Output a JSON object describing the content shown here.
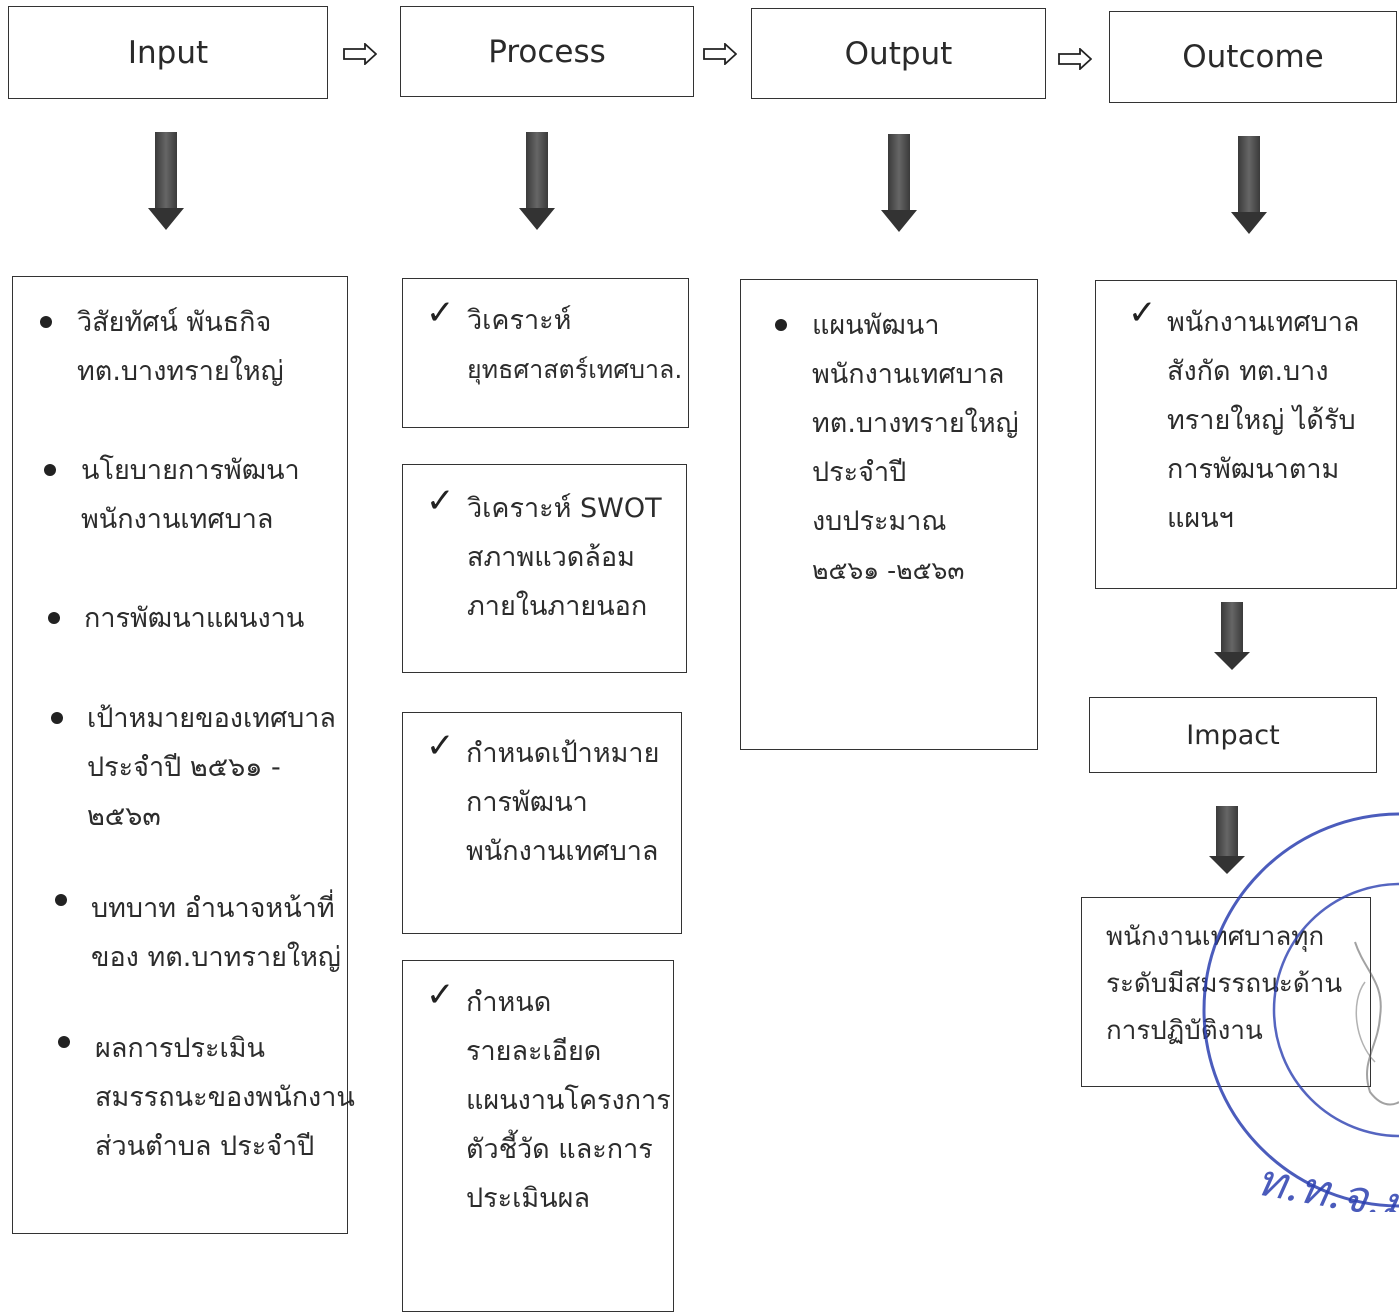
{
  "headers": {
    "input": "Input",
    "process": "Process",
    "output": "Output",
    "outcome": "Outcome",
    "impact": "Impact"
  },
  "input_items": [
    {
      "lines": [
        "วิสัยทัศน์ พันธกิจ",
        "ทต.บางทรายใหญ่"
      ]
    },
    {
      "lines": [
        "นโยบายการพัฒนา",
        "พนักงานเทศบาล"
      ]
    },
    {
      "lines": [
        "การพัฒนาแผนงาน"
      ]
    },
    {
      "lines": [
        "เป้าหมายของเทศบาล",
        "ประจำปี ๒๕๖๑ -",
        "๒๕๖๓"
      ]
    },
    {
      "lines": [
        "บทบาท อำนาจหน้าที่",
        "ของ ทต.บาทรายใหญ่"
      ]
    },
    {
      "lines": [
        "ผลการประเมิน",
        "สมรรถนะของพนักงาน",
        "ส่วนตำบล ประจำปี"
      ]
    }
  ],
  "process_items": [
    {
      "lines": [
        "วิเคราะห์",
        "ยุทธศาสตร์เทศบาล."
      ]
    },
    {
      "lines": [
        "วิเคราะห์ SWOT",
        "สภาพแวดล้อม",
        "ภายในภายนอก"
      ]
    },
    {
      "lines": [
        "กำหนดเป้าหมาย",
        "การพัฒนา",
        "พนักงานเทศบาล"
      ]
    },
    {
      "lines": [
        "กำหนด",
        "รายละเอียด",
        "แผนงานโครงการ",
        "ตัวชี้วัด และการ",
        "ประเมินผล"
      ]
    }
  ],
  "output_item": {
    "lines": [
      "แผนพัฒนา",
      "พนักงานเทศบาล",
      "ทต.บางทรายใหญ่",
      "ประจำปี",
      "งบประมาณ",
      "๒๕๖๑ -๒๕๖๓"
    ]
  },
  "outcome_item": {
    "lines": [
      "พนักงานเทศบาล",
      "สังกัด ทต.บาง",
      "ทรายใหญ่ ได้รับ",
      "การพัฒนาตาม",
      "แผนฯ"
    ]
  },
  "impact_item": {
    "lines": [
      "พนักงานเทศบาลทุก",
      "ระดับมีสมรรถนะด้าน",
      "การปฏิบัติงาน"
    ]
  },
  "stamp": {
    "text": "ท.ท.จ.ม",
    "color": "#2b3fb0"
  }
}
